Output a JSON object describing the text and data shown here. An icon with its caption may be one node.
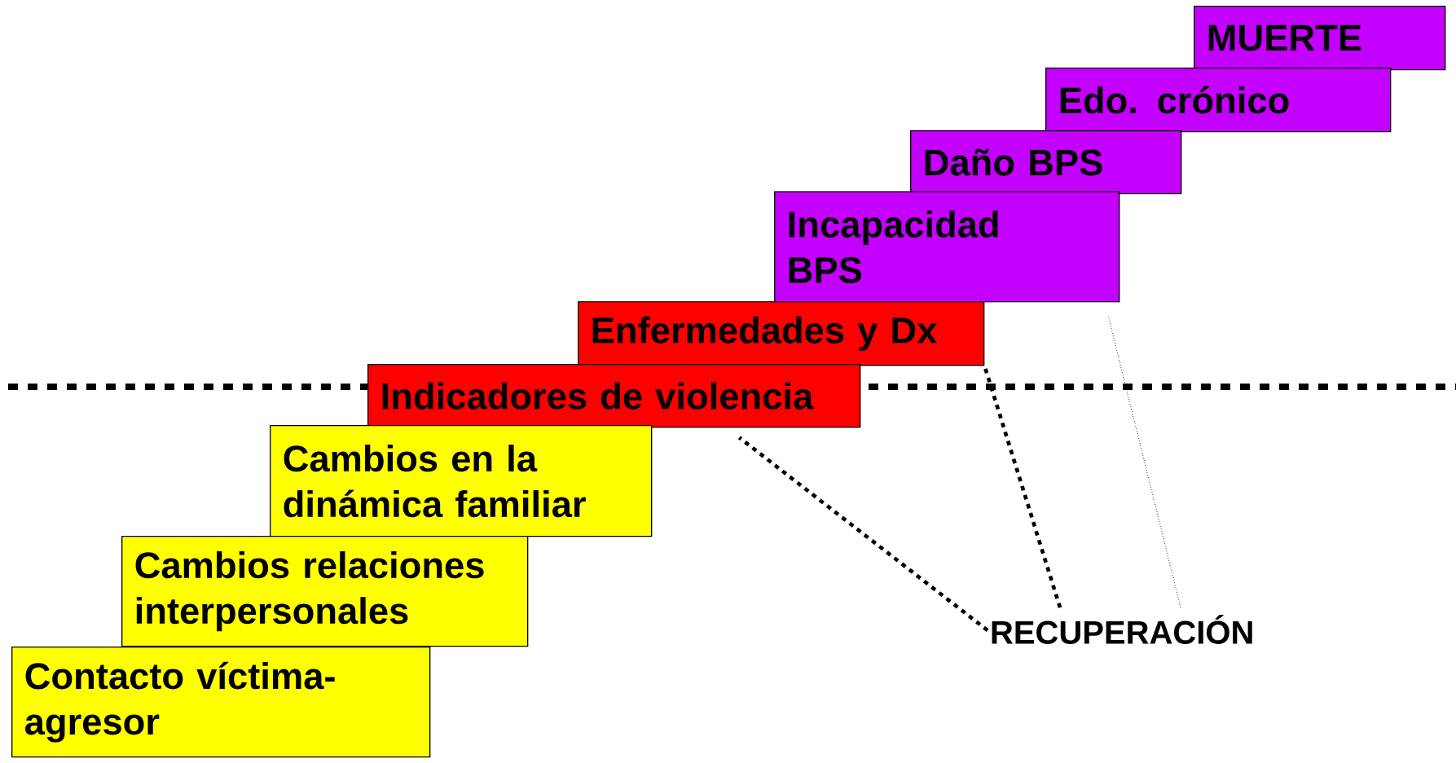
{
  "diagram": {
    "nodes": [
      {
        "text": [
          "MUERTE"
        ]
      },
      {
        "text": [
          "Edo. crónico"
        ]
      },
      {
        "text": [
          "Daño BPS"
        ]
      },
      {
        "text": [
          "Incapacidad BPS"
        ]
      },
      {
        "text": [
          "Enfermedades y Dx"
        ]
      },
      {
        "text": [
          "Indicadores de violencia"
        ]
      },
      {
        "text": [
          "Cambios en la dinámica familiar"
        ]
      },
      {
        "text": [
          "Cambios relaciones interpersonales"
        ]
      },
      {
        "text": [
          "Contacto víctima-agresor"
        ]
      },
      {
        "text": [
          "RECUPERACIÓN"
        ]
      }
    ],
    "edges": [
      {
        "from": 9,
        "to": 5,
        "arrow": "none",
        "style": "dashed"
      },
      {
        "from": 9,
        "to": 4,
        "arrow": "none",
        "style": "dashed"
      },
      {
        "from": 9,
        "to": 3,
        "arrow": "none",
        "style": "dashed"
      }
    ]
  }
}
